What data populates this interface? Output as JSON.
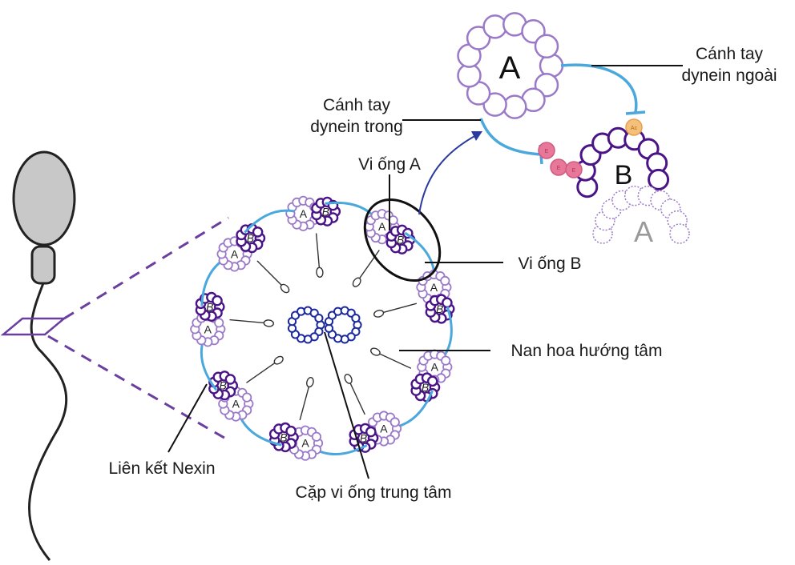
{
  "labels": {
    "outer_dynein": [
      "Cánh tay",
      "dynein ngoài"
    ],
    "inner_dynein": [
      "Cánh tay",
      "dynein trong"
    ],
    "microtubule_a": "Vi ống A",
    "microtubule_b": "Vi ống B",
    "radial_spoke": "Nan hoa hướng tâm",
    "nexin_link": "Liên kết Nexin",
    "central_pair": "Cặp vi ống trung tâm"
  },
  "tubule_letters": {
    "a": "A",
    "b": "B"
  },
  "detail_badges": {
    "ac": "Ac",
    "e": "E"
  },
  "colors": {
    "a_tubule": "#9b79c9",
    "b_tubule": "#4a1486",
    "central": "#1d2a9e",
    "dynein": "#4aa8dc",
    "zoom_dash": "#6b3fa0",
    "arrow": "#2a3a9e",
    "sperm_head": "#c8c8c8",
    "badge_e": "#e8789a",
    "badge_ac": "#f5c07a"
  }
}
